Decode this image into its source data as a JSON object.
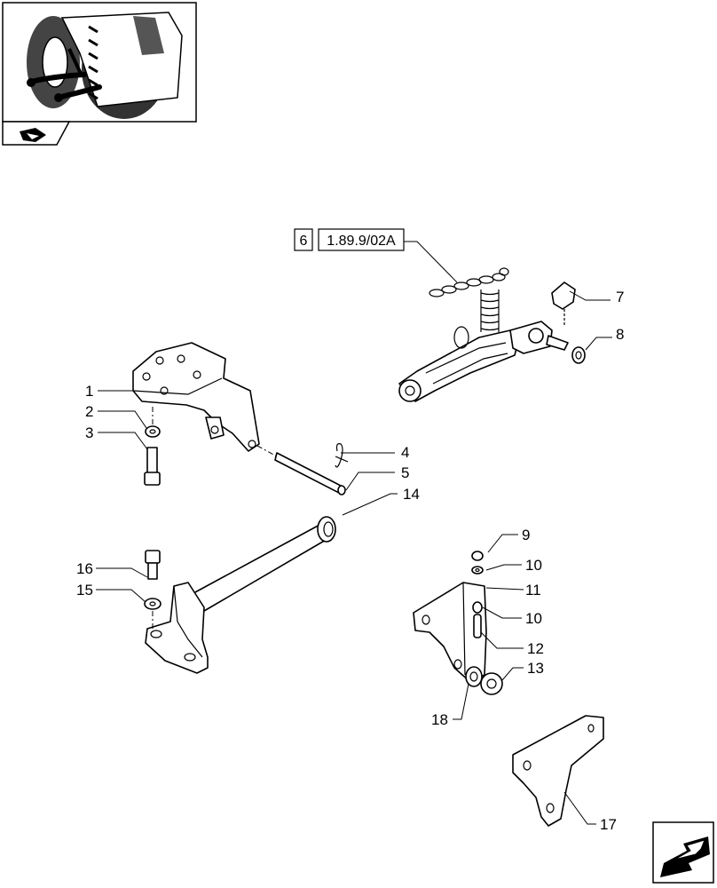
{
  "thumbnail": {
    "icon": "tractor-rear-hitch-thumbnail"
  },
  "ref_box": {
    "group_number": "6",
    "reference_code": "1.89.9/02A"
  },
  "callouts": {
    "c1": "1",
    "c2": "2",
    "c3": "3",
    "c4": "4",
    "c5": "5",
    "c7": "7",
    "c8": "8",
    "c9": "9",
    "c10a": "10",
    "c10b": "10",
    "c11": "11",
    "c12": "12",
    "c13": "13",
    "c14": "14",
    "c15": "15",
    "c16": "16",
    "c17": "17",
    "c18": "18"
  },
  "nav": {
    "prev_icon": "catalog-back-arrow-icon",
    "next_icon": "next-page-arrow-icon"
  }
}
